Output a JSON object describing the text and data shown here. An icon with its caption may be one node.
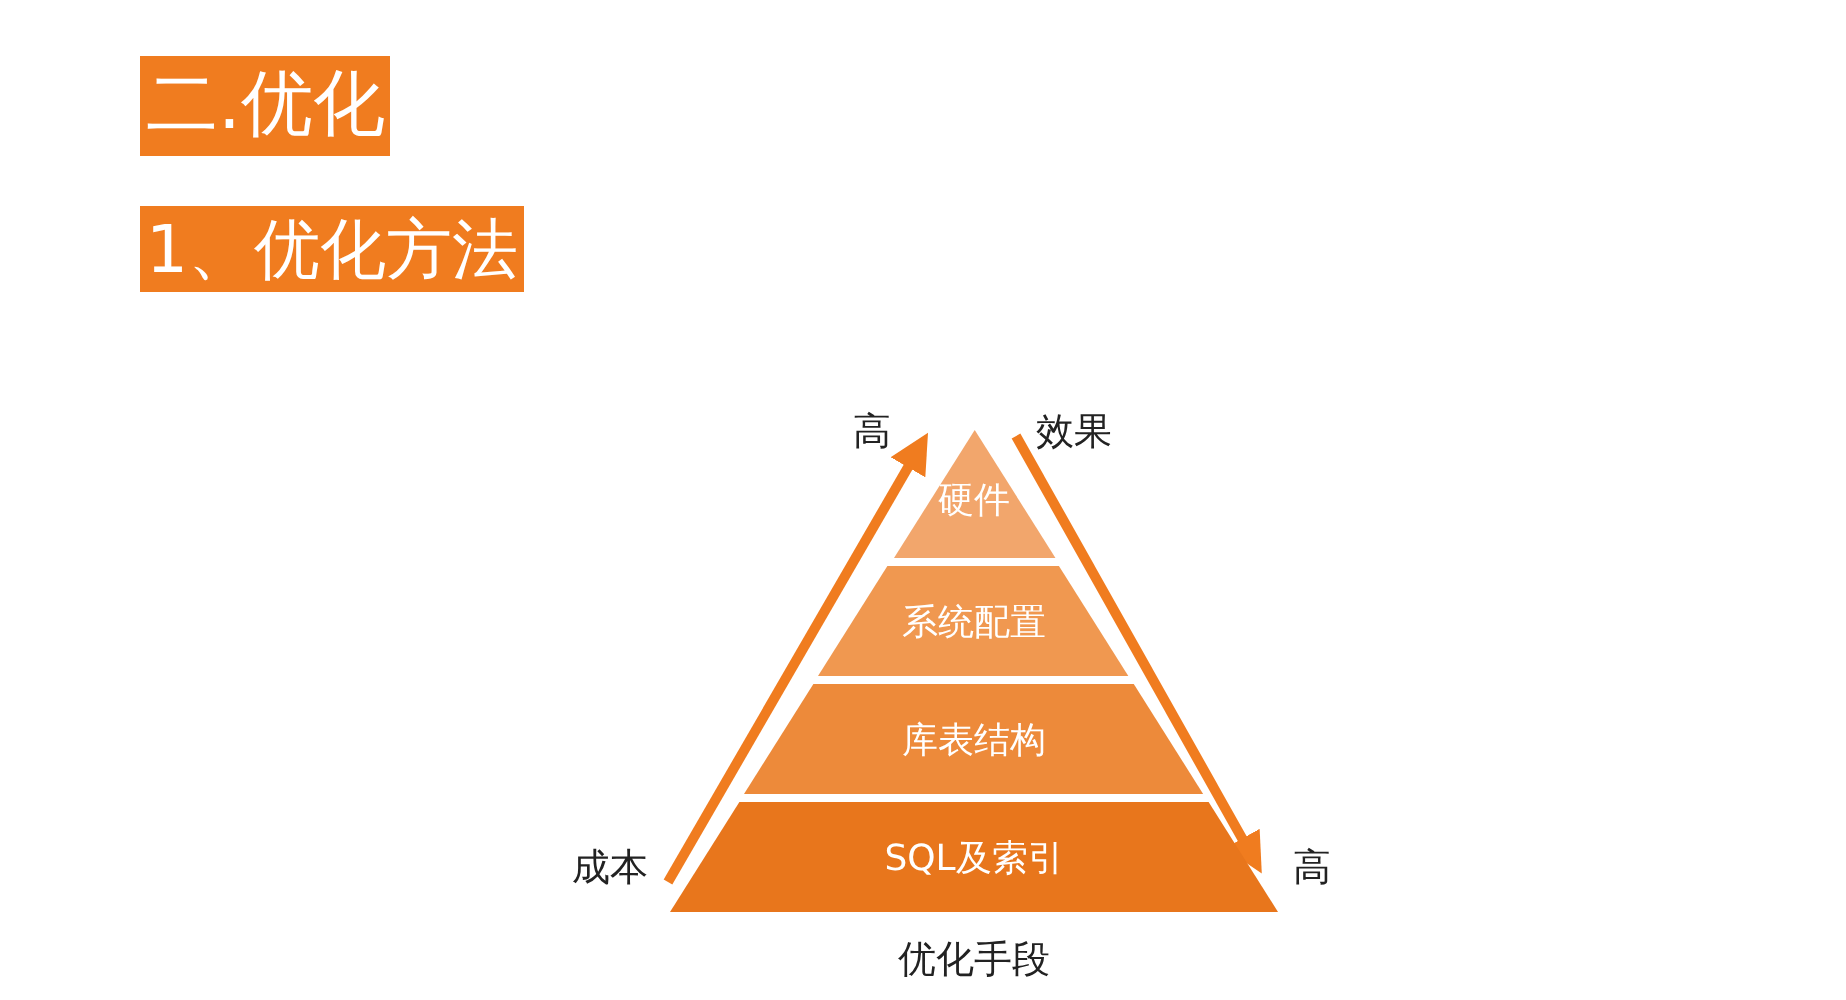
{
  "diagram": {
    "title": "二.优化",
    "nodes": [
      {
        "text": [
          "硬件"
        ]
      },
      {
        "text": [
          "系统配置"
        ]
      },
      {
        "text": [
          "库表结构"
        ]
      },
      {
        "text": [
          "SQL及索引"
        ]
      }
    ],
    "edges": [],
    "labels": [
      "1、优化方法",
      "高",
      "效果",
      "成本",
      "高",
      "优化手段"
    ]
  }
}
